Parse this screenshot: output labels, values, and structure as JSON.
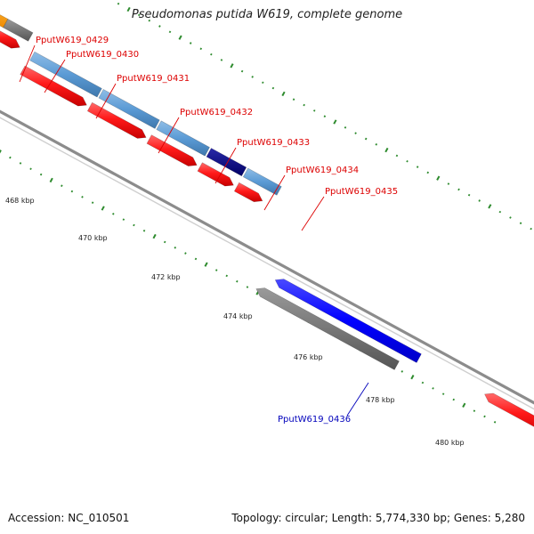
{
  "title": "Pseudomonas putida W619, complete genome",
  "footer": {
    "accession": "Accession: NC_010501",
    "summary": "Topology: circular; Length: 5,774,330 bp; Genes: 5,280"
  },
  "colors": {
    "label_red": "#dd0000",
    "label_blue": "#0000bb",
    "backbone": "#8c8c8c",
    "tick": "#2e8b2e",
    "forward_feature": "#5b9bd5",
    "reverse_feature": "#ff1a1a",
    "highlight": "#0000ff",
    "dark_feature": "#000080",
    "pseudogene": "#707070",
    "other": "#ffa500"
  },
  "genes": [
    {
      "id": "PputW619_0429",
      "label": "PputW619_0429",
      "color": "#dd0000"
    },
    {
      "id": "PputW619_0430",
      "label": "PputW619_0430",
      "color": "#dd0000"
    },
    {
      "id": "PputW619_0431",
      "label": "PputW619_0431",
      "color": "#dd0000"
    },
    {
      "id": "PputW619_0432",
      "label": "PputW619_0432",
      "color": "#dd0000"
    },
    {
      "id": "PputW619_0433",
      "label": "PputW619_0433",
      "color": "#dd0000"
    },
    {
      "id": "PputW619_0434",
      "label": "PputW619_0434",
      "color": "#dd0000"
    },
    {
      "id": "PputW619_0435",
      "label": "PputW619_0435",
      "color": "#dd0000"
    },
    {
      "id": "PputW619_0436",
      "label": "PputW619_0436",
      "color": "#0000bb"
    }
  ],
  "ruler": [
    {
      "label": "468 kbp"
    },
    {
      "label": "470 kbp"
    },
    {
      "label": "472 kbp"
    },
    {
      "label": "474 kbp"
    },
    {
      "label": "476 kbp"
    },
    {
      "label": "478 kbp"
    },
    {
      "label": "480 kbp"
    }
  ]
}
